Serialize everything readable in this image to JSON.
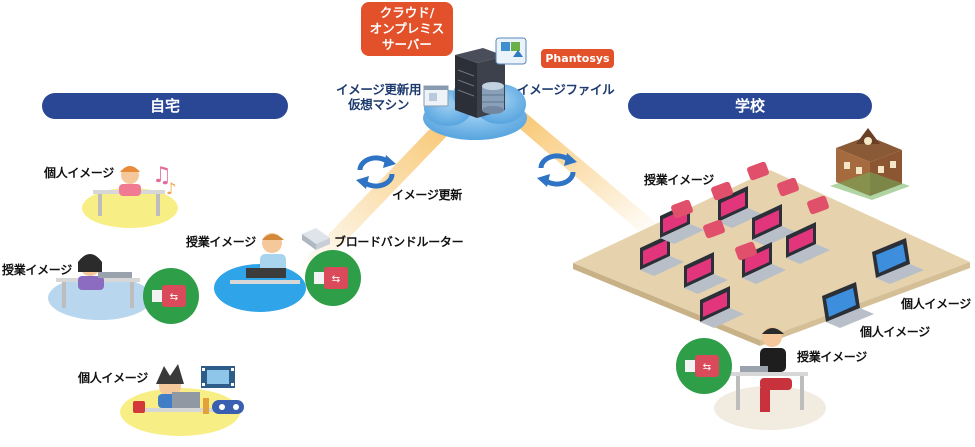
{
  "server": {
    "label_line1": "クラウド/",
    "label_line2": "オンプレミス",
    "label_line3": "サーバー",
    "badge": "Phantosys",
    "vm_label_line1": "イメージ更新用",
    "vm_label_line2": "仮想マシン",
    "image_file_label": "イメージファイル"
  },
  "home": {
    "title": "自宅",
    "personal_image_1": "個人イメージ",
    "class_image_1": "授業イメージ",
    "personal_image_2": "個人イメージ",
    "class_image_student": "授業イメージ",
    "router_label": "ブロードバンドルーター",
    "update_label": "イメージ更新"
  },
  "school": {
    "title": "学校",
    "class_image_room": "授業イメージ",
    "personal_image_a": "個人イメージ",
    "personal_image_b": "個人イメージ",
    "class_image_student": "授業イメージ"
  },
  "colors": {
    "navy": "#2a4796",
    "orange": "#e2512a",
    "cloud": "#5aa9e3",
    "usb_green": "#2f9e48",
    "usb_red": "#d94a5a",
    "floor": "#d9c4a0"
  }
}
